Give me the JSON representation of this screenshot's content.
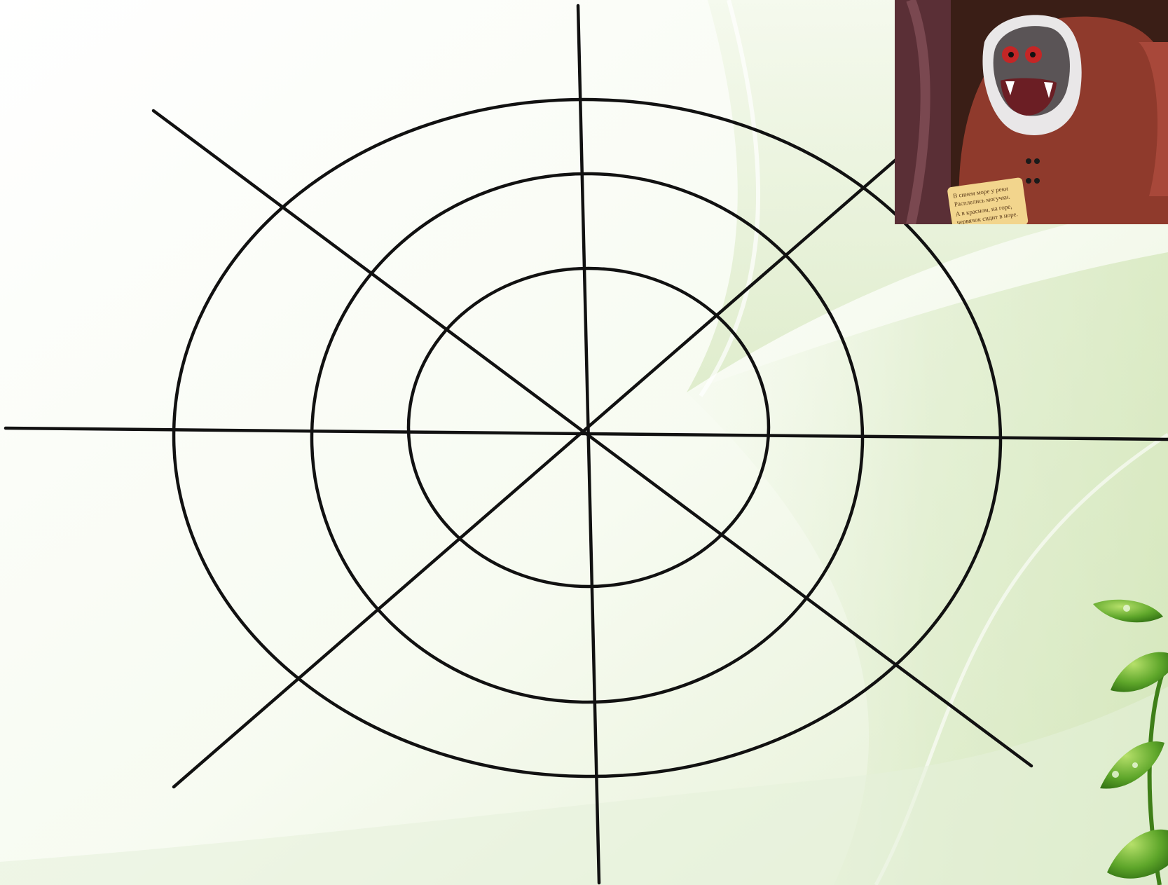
{
  "slide": {
    "colors": {
      "background_base": "#ffffff",
      "background_swoosh": "#dcebc6",
      "web_line": "#111111",
      "leaf_green": "#4f9a22",
      "character_body": "#8f3a2c",
      "character_face": "#5a5456",
      "character_fur": "#e9e7e8",
      "character_eye": "#c42626",
      "note_paper": "#f2d58d"
    },
    "web": {
      "rings": 3,
      "spokes": 8
    },
    "illustration": {
      "icon": "monster-illustration-icon",
      "note_lines": [
        "В синем море у реки",
        "Расплелись могучки.",
        "А в красном, на горе,",
        "червячок сидит в норе."
      ]
    },
    "decoration": {
      "icon": "leaf-branch-icon"
    }
  }
}
